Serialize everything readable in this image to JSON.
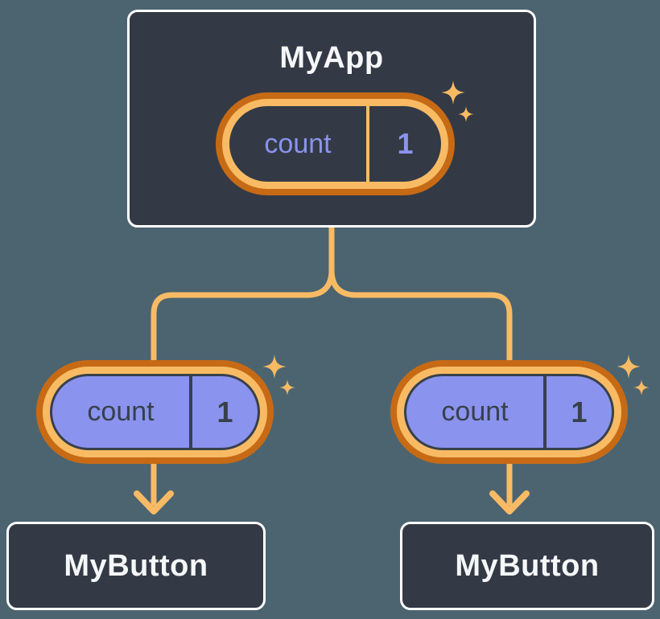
{
  "diagram": {
    "root": {
      "title": "MyApp",
      "state": {
        "name": "count",
        "value": "1"
      }
    },
    "children": [
      {
        "title": "MyButton",
        "prop": {
          "name": "count",
          "value": "1"
        }
      },
      {
        "title": "MyButton",
        "prop": {
          "name": "count",
          "value": "1"
        }
      }
    ]
  },
  "colors": {
    "background": "#4C6470",
    "box_bg": "#333A45",
    "box_border": "#FFFFFF",
    "text_light": "#F6F7F9",
    "text_dark": "#38404C",
    "periwinkle": "#8A93EE",
    "orange_dark": "#C76A15",
    "orange_light": "#F8BB64"
  }
}
